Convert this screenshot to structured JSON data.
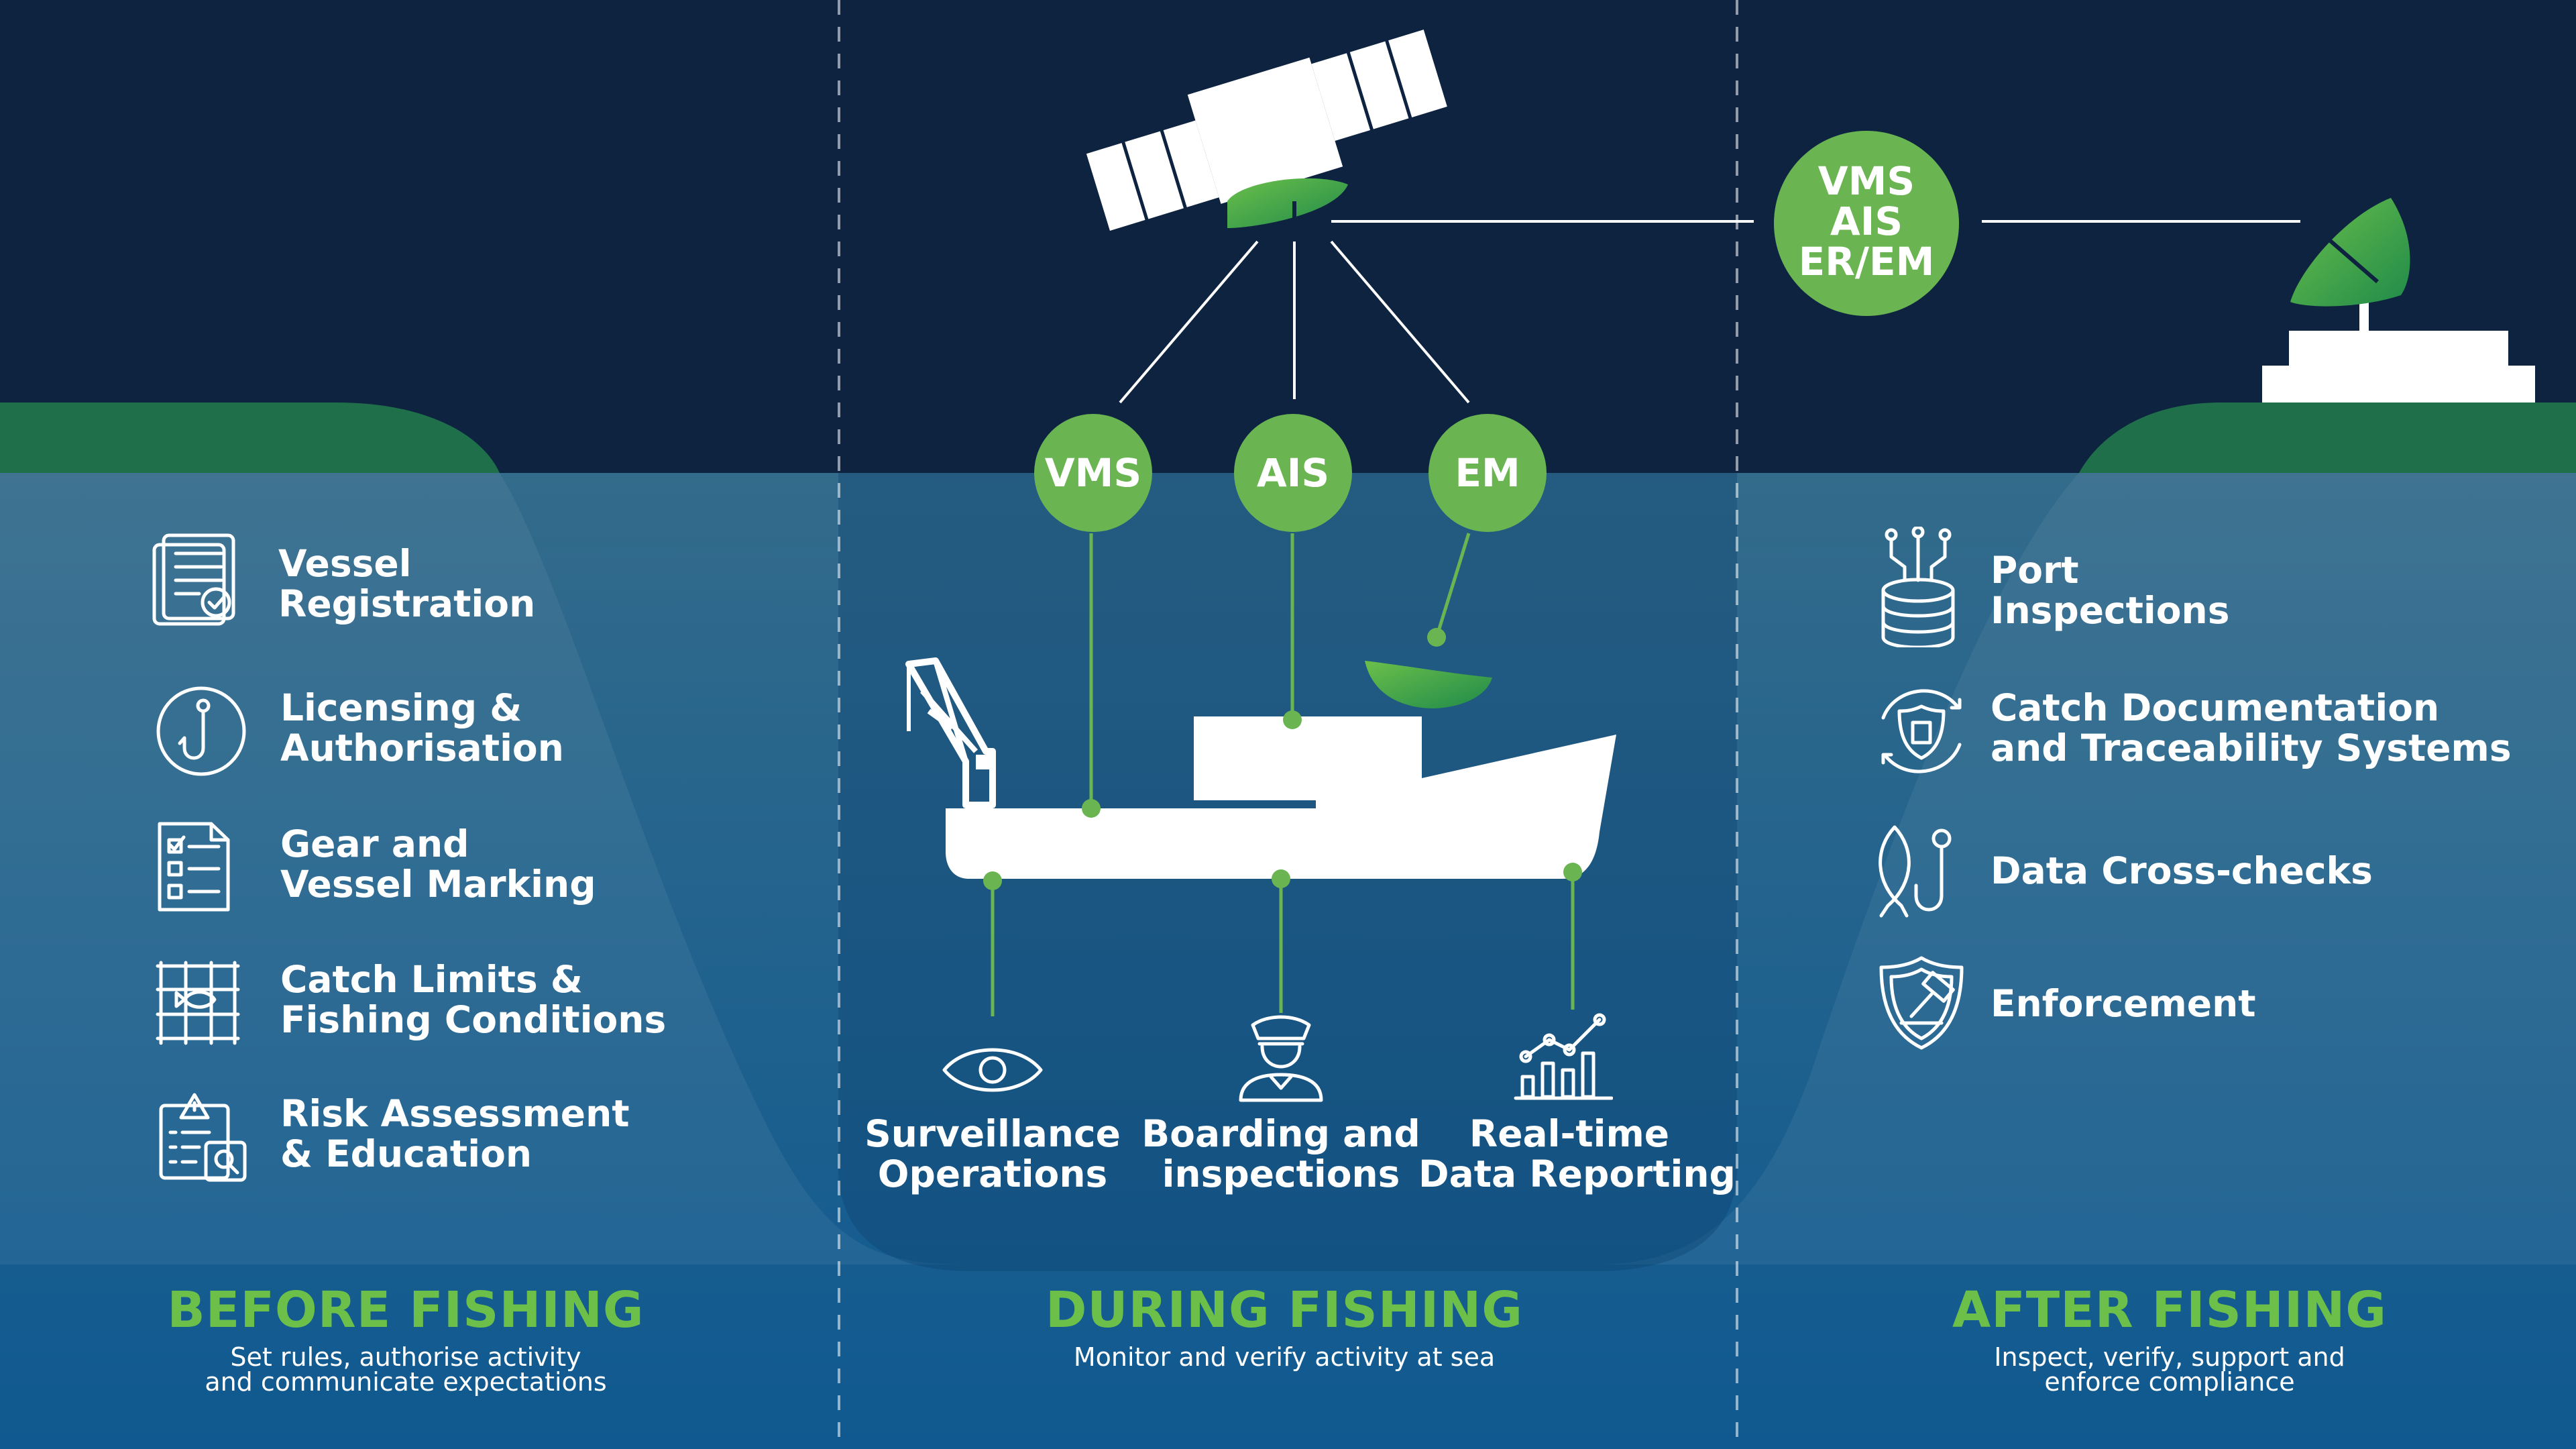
{
  "colors": {
    "sky": "#0d2340",
    "sea_top": "#2f6b8c",
    "sea_bottom": "#0f5a8f",
    "land_green": "#1f6f4a",
    "badge_green": "#6ab552",
    "title_green": "#6cc04a",
    "white": "#ffffff"
  },
  "signals": {
    "vms": "VMS",
    "ais": "AIS",
    "em": "EM",
    "combined": [
      "VMS",
      "AIS",
      "ER/EM"
    ]
  },
  "before": {
    "title": "BEFORE FISHING",
    "subtitle": [
      "Set rules, authorise activity",
      "and communicate expectations"
    ],
    "items": [
      {
        "icon": "registration-document-icon",
        "lines": [
          "Vessel",
          "Registration"
        ]
      },
      {
        "icon": "fishing-hook-icon",
        "lines": [
          "Licensing &",
          "Authorisation"
        ]
      },
      {
        "icon": "checklist-icon",
        "lines": [
          "Gear and",
          "Vessel Marking"
        ]
      },
      {
        "icon": "fishing-net-icon",
        "lines": [
          "Catch Limits &",
          "Fishing Conditions"
        ]
      },
      {
        "icon": "risk-assessment-icon",
        "lines": [
          "Risk Assessment",
          "& Education"
        ]
      }
    ]
  },
  "during": {
    "title": "DURING FISHING",
    "subtitle": "Monitor and verify activity at sea",
    "items": [
      {
        "icon": "eye-icon",
        "lines": [
          "Surveillance",
          "Operations"
        ]
      },
      {
        "icon": "inspector-icon",
        "lines": [
          "Boarding and",
          "inspections"
        ]
      },
      {
        "icon": "bar-chart-icon",
        "lines": [
          "Real-time",
          "Data Reporting"
        ]
      }
    ]
  },
  "after": {
    "title": "AFTER FISHING",
    "subtitle": [
      "Inspect, verify, support and",
      "enforce compliance"
    ],
    "items": [
      {
        "icon": "database-icon",
        "lines": [
          "Port",
          "Inspections"
        ]
      },
      {
        "icon": "shield-cycle-icon",
        "lines": [
          "Catch Documentation",
          "and Traceability Systems"
        ]
      },
      {
        "icon": "fish-hook-icon",
        "lines": [
          "Data Cross-checks"
        ]
      },
      {
        "icon": "enforcement-shield-icon",
        "lines": [
          "Enforcement"
        ]
      }
    ]
  }
}
